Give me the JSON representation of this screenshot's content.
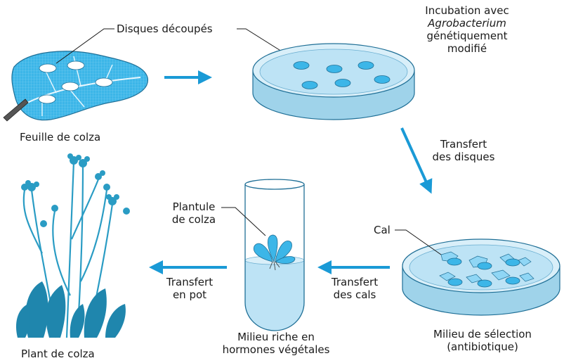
{
  "labels": {
    "disques": "Disques découpés",
    "feuille": "Feuille de colza",
    "incubation": [
      "Incubation avec",
      "Agrobacterium",
      "génétiquement",
      "modifié"
    ],
    "transfert_disques": [
      "Transfert",
      "des disques"
    ],
    "cal": "Cal",
    "milieu_selection": [
      "Milieu de sélection",
      "(antibiotique)"
    ],
    "transfert_cals": [
      "Transfert",
      "des cals"
    ],
    "plantule": [
      "Plantule",
      "de colza"
    ],
    "milieu_riche": [
      "Milieu riche en",
      "hormones végétales"
    ],
    "transfert_pot": [
      "Transfert",
      "en pot"
    ],
    "plant": "Plant de colza"
  },
  "colors": {
    "arrow": "#1a9ad6",
    "leaf": "#3cb6e8",
    "medium": "#bde3f5",
    "dish_rim": "#9fd3ea",
    "plant": "#2a9cc4"
  }
}
